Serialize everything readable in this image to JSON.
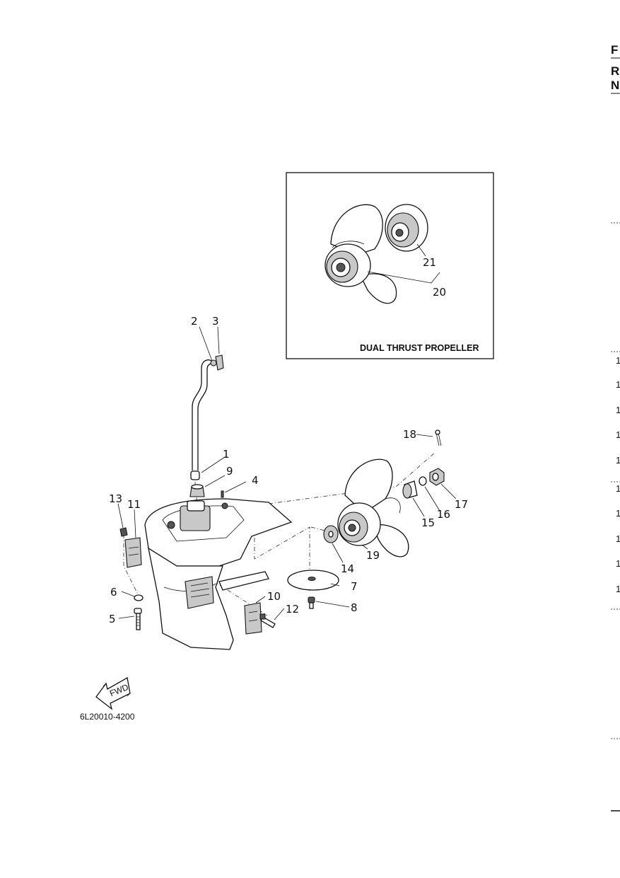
{
  "inset": {
    "caption": "DUAL THRUST PROPELLER",
    "labels": [
      "21",
      "20"
    ]
  },
  "callouts": [
    "1",
    "2",
    "3",
    "4",
    "5",
    "6",
    "7",
    "8",
    "9",
    "10",
    "11",
    "12",
    "13",
    "14",
    "15",
    "16",
    "17",
    "18",
    "19"
  ],
  "fwd": {
    "text": "FWD"
  },
  "figure_code": "6L20010-4200",
  "edge_letters": [
    "F",
    "R",
    "N"
  ],
  "edge_numbers": [
    "1",
    "1",
    "1",
    "1",
    "1",
    "1",
    "1",
    "1",
    "1",
    "1"
  ]
}
